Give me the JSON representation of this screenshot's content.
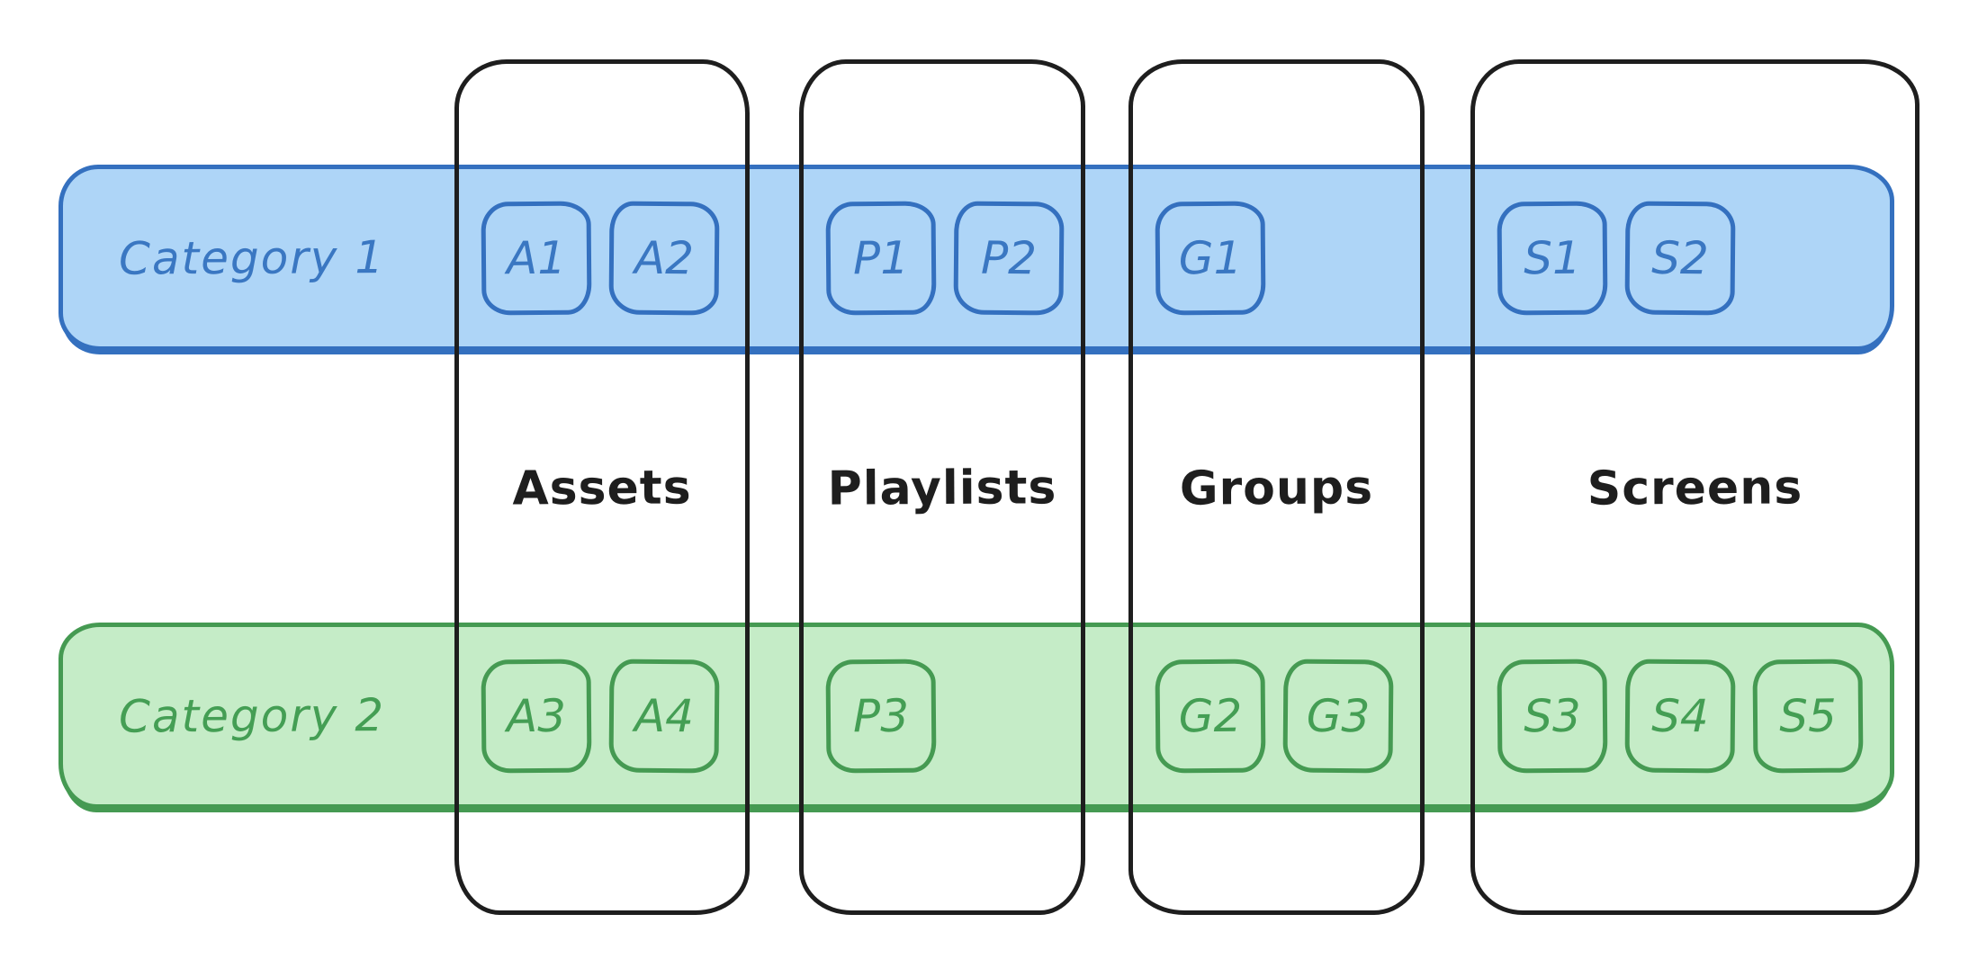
{
  "colors": {
    "column_stroke": "#1e1e1e",
    "label_text": "#1e1e1e",
    "category1_fill": "#aed5f7",
    "category1_stroke": "#3470bf",
    "category1_text": "#3a77c2",
    "category2_fill": "#c5ecc7",
    "category2_stroke": "#459a52",
    "category2_text": "#449e54"
  },
  "columns": [
    {
      "id": "assets",
      "label": "Assets"
    },
    {
      "id": "playlists",
      "label": "Playlists"
    },
    {
      "id": "groups",
      "label": "Groups"
    },
    {
      "id": "screens",
      "label": "Screens"
    }
  ],
  "bands": [
    {
      "id": "category-1",
      "label": "Category 1",
      "scheme": "blue",
      "chips": {
        "assets": [
          "A1",
          "A2"
        ],
        "playlists": [
          "P1",
          "P2"
        ],
        "groups": [
          "G1"
        ],
        "screens": [
          "S1",
          "S2"
        ]
      }
    },
    {
      "id": "category-2",
      "label": "Category 2",
      "scheme": "green",
      "chips": {
        "assets": [
          "A3",
          "A4"
        ],
        "playlists": [
          "P3"
        ],
        "groups": [
          "G2",
          "G3"
        ],
        "screens": [
          "S3",
          "S4",
          "S5"
        ]
      }
    }
  ]
}
